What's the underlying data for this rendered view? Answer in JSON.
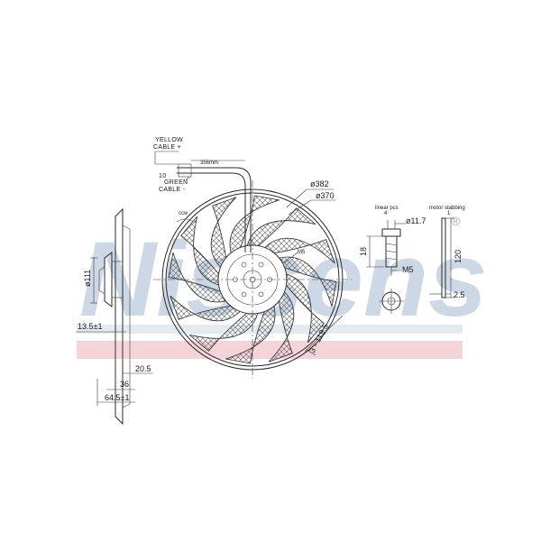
{
  "watermark": {
    "brand": "Nissens",
    "registered": "®",
    "band_color": "#f3c9cf",
    "text_color": "#b7c8dc"
  },
  "cable": {
    "yellow_label": "YELLOW",
    "yellow_sub": "CABLE +",
    "green_num": "10",
    "green_label": "GREEN",
    "green_sub": "CABLE -",
    "length": "356mm"
  },
  "fan": {
    "outer_dia": "ø382",
    "inner_dia": "ø370",
    "rotation": "ccw",
    "thread": "M5",
    "angle": "3 - 119.5"
  },
  "side_view": {
    "dia": "ø111",
    "d1": "13.5±1",
    "d2": "20.5",
    "d3": "36",
    "d4": "64.5±1"
  },
  "fastener": {
    "title": "linear pcs",
    "sub": "4",
    "dia": "ø11.7",
    "height": "18",
    "thread": "M5"
  },
  "stabilizer": {
    "title": "motor stabbing",
    "sub": "1",
    "height": "120",
    "width": "2.5"
  }
}
